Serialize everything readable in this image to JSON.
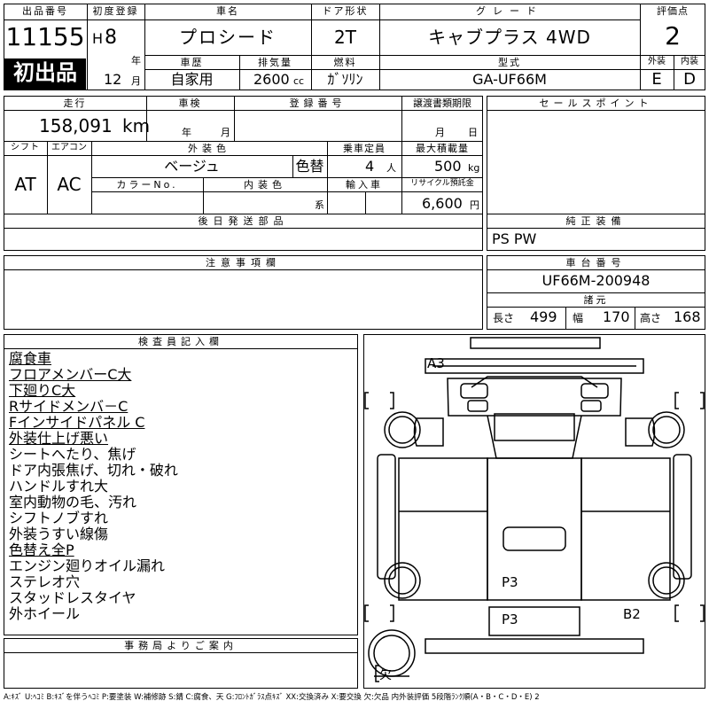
{
  "header": {
    "lot_label": "出品番号",
    "lot_number": "11155",
    "first_listing": "初出品",
    "first_reg_label": "初度登録",
    "era": "H",
    "year": "8",
    "year_unit": "年",
    "month": "12",
    "month_unit": "月",
    "car_name_label": "車名",
    "car_name": "プロシード",
    "door_label": "ドア形状",
    "door": "2T",
    "grade_label": "グレード",
    "grade": "キャブプラス 4WD",
    "score_label": "評価点",
    "score": "2",
    "history_label": "車歴",
    "history": "自家用",
    "displacement_label": "排気量",
    "displacement": "2600",
    "displacement_unit": "cc",
    "fuel_label": "燃料",
    "fuel": "ｶﾞｿﾘﾝ",
    "model_label": "型式",
    "model": "GA-UF66M",
    "exterior_label": "外装",
    "exterior": "E",
    "interior_label": "内装",
    "interior": "D"
  },
  "details": {
    "mileage_label": "走行",
    "mileage": "158,091",
    "mileage_unit": "km",
    "inspection_label": "車検",
    "inspection_year_unit": "年",
    "inspection_month_unit": "月",
    "reg_no_label": "登録番号",
    "transfer_label": "譲渡書類期限",
    "transfer_month_unit": "月",
    "transfer_day_unit": "日",
    "shift_label": "シフト",
    "shift": "AT",
    "ac_label": "エアコン",
    "ac": "AC",
    "color_label": "外装色",
    "color": "ベージュ",
    "repaint": "色替",
    "seats_label": "乗車定員",
    "seats": "4",
    "seats_unit": "人",
    "load_label": "最大積載量",
    "load": "500",
    "load_unit": "kg",
    "color_no_label": "カラーNo.",
    "int_color_label": "内装色",
    "int_color_suffix": "系",
    "import_label": "輸入車",
    "recycle_label": "リサイクル預託金",
    "recycle": "6,600",
    "recycle_unit": "円",
    "parts_later_label": "後日発送部品",
    "sales_label": "セールスポイント",
    "equip_label": "純正装備",
    "equip": "PS PW",
    "caution_label": "注意事項欄",
    "chassis_label": "車台番号",
    "chassis": "UF66M-200948",
    "dims_label": "諸元",
    "length_label": "長さ",
    "length": "499",
    "width_label": "幅",
    "width": "170",
    "height_label": "高さ",
    "height": "168"
  },
  "inspector": {
    "label": "検査員記入欄",
    "notes": [
      {
        "text": "腐食車",
        "underline": true
      },
      {
        "text": "フロアメンバーC大",
        "underline": true
      },
      {
        "text": "下廻りC大",
        "underline": true
      },
      {
        "text": "Rサイドメンバ－C",
        "underline": true
      },
      {
        "text": "Fインサイドパネル C",
        "underline": true
      },
      {
        "text": "外装仕上げ悪い",
        "underline": true
      },
      {
        "text": "シートへたり、焦げ",
        "underline": false
      },
      {
        "text": "ドア内張焦げ、切れ・破れ",
        "underline": false
      },
      {
        "text": "ハンドルすれ大",
        "underline": false
      },
      {
        "text": "室内動物の毛、汚れ",
        "underline": false
      },
      {
        "text": "シフトノブすれ",
        "underline": false
      },
      {
        "text": "外装うすい線傷",
        "underline": false
      },
      {
        "text": "色替え全P",
        "underline": true
      },
      {
        "text": "エンジン廻りオイル漏れ",
        "underline": false
      },
      {
        "text": "ステレオ穴",
        "underline": false
      },
      {
        "text": "スタッドレスタイヤ",
        "underline": false
      },
      {
        "text": "外ホイール",
        "underline": false
      }
    ]
  },
  "diagram": {
    "marks": [
      "A3",
      "P3",
      "P3",
      "B2"
    ],
    "bracket_missing": "欠"
  },
  "office": {
    "label": "事務局よりご案内"
  },
  "legend": "A:ｷｽﾞ U:ﾍｺﾐ B:ｷｽﾞを伴うﾍｺﾐ P:要塗装 W:補修跡 S:錆 C:腐食、天 G:ﾌﾛﾝﾄｶﾞﾗｽ点ｷｽﾞ XX:交換済み X:要交換 欠:欠品 内外装評価 5段階ﾗﾝｸ順(A・B・C・D・E) 2"
}
